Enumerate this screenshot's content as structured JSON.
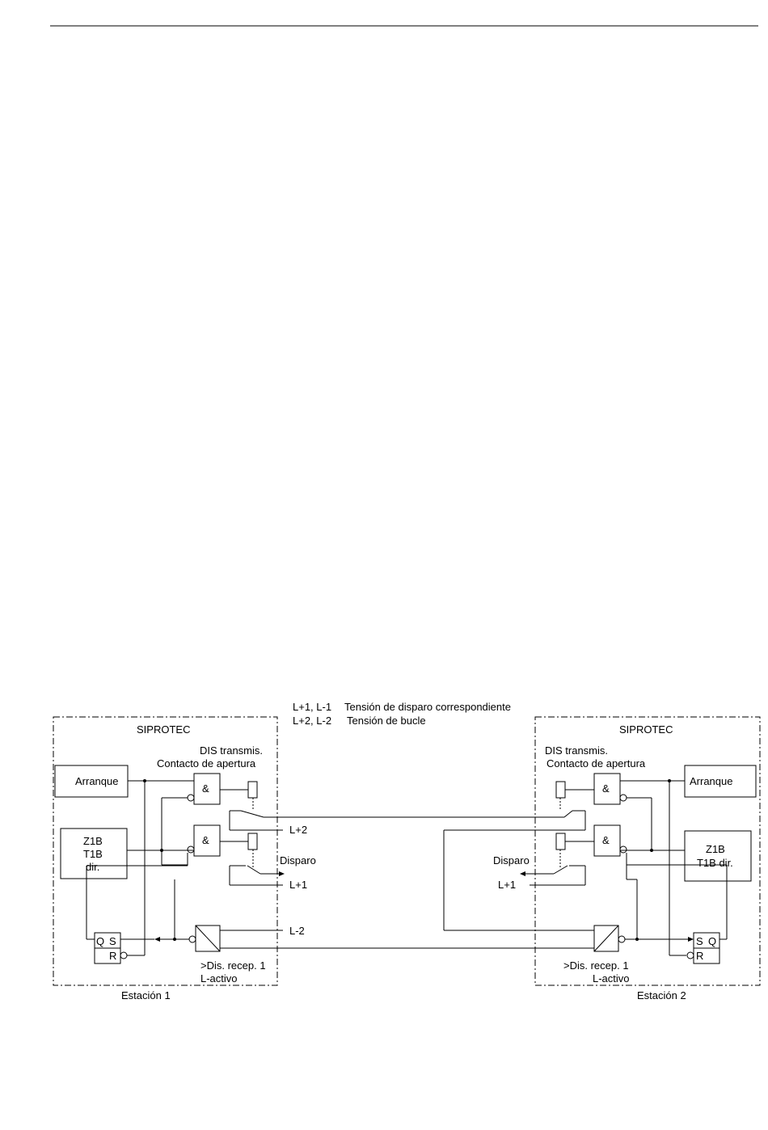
{
  "legend": {
    "line1_code": "L+1, L-1",
    "line1_text": "Tensión de disparo correspondiente",
    "line2_code": "L+2, L-2",
    "line2_text": "Tensión de bucle"
  },
  "station1": {
    "device": "SIPROTEC",
    "dis_transmit": "DIS transmis.",
    "contact": "Contacto de apertura",
    "pickup": "Arranque",
    "zone": [
      "Z1B",
      "T1B",
      "dir."
    ],
    "and_gate": "&",
    "trip": "Disparo",
    "ff_q": "Q",
    "ff_s": "S",
    "ff_r": "R",
    "receive": ">Dis. recep. 1",
    "active": "L-activo",
    "caption": "Estación 1"
  },
  "station2": {
    "device": "SIPROTEC",
    "dis_transmit": "DIS transmis.",
    "contact": "Contacto de apertura",
    "pickup": "Arranque",
    "zone": [
      "Z1B",
      "T1B  dir."
    ],
    "and_gate": "&",
    "trip": "Disparo",
    "ff_q": "Q",
    "ff_s": "S",
    "ff_r": "R",
    "receive": ">Dis. recep. 1",
    "active": "L-activo",
    "caption": "Estación 2"
  },
  "supply": {
    "l_plus_2": "L+2",
    "l_plus_1_a": "L+1",
    "l_plus_1_b": "L+1",
    "l_minus_2": "L-2"
  }
}
